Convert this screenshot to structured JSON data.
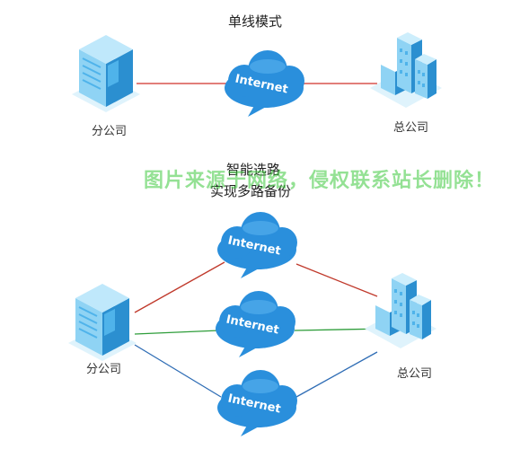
{
  "top": {
    "title": "单线模式",
    "branch_label": "分公司",
    "hq_label": "总公司",
    "cloud_text": "Internet",
    "line_color": "#d9534f"
  },
  "bottom": {
    "title_line1": "智能选路",
    "title_line2": "实现多路备份",
    "branch_label": "分公司",
    "hq_label": "总公司",
    "cloud_text": "Internet",
    "link_colors": [
      "#c0392b",
      "#2e9d3a",
      "#2f6db5"
    ]
  },
  "watermark": "图片来源于网络，侵权联系站长删除！",
  "colors": {
    "cloud_fill": "#2a8fdc",
    "cloud_shadow": "#1c6fb8",
    "building_light": "#8fd3f4",
    "building_mid": "#4fb3ea",
    "building_dark": "#2b8fd0",
    "base": "#dff3fc"
  }
}
